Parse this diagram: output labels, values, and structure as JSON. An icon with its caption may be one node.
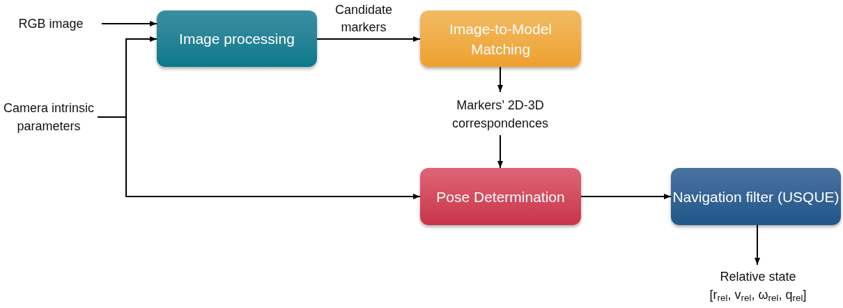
{
  "diagram": {
    "nodes": [
      {
        "text": [
          "RGB image"
        ]
      },
      {
        "text": [
          "Camera intrinsic parameters"
        ]
      },
      {
        "text": [
          "Image processing"
        ]
      },
      {
        "text": [
          "Image-to-Model Matching"
        ]
      },
      {
        "text": [
          "Markers’ 2D-3D correspondences"
        ]
      },
      {
        "text": [
          "Pose Determination"
        ]
      },
      {
        "text": [
          "Navigation filter (USQUE)"
        ]
      },
      {
        "text": [
          "Relative state",
          "[r$_{rel}$, v$_{rel}$, ω$_{rel}$, q$_{rel}$]"
        ]
      }
    ],
    "edges": [
      {
        "from": 0,
        "to": 2,
        "arrow": "to"
      },
      {
        "from": 1,
        "to": 2,
        "arrow": "to"
      },
      {
        "from": 1,
        "to": 5,
        "arrow": "to"
      },
      {
        "from": 2,
        "to": 3,
        "arrow": "to",
        "label": "Candidate markers"
      },
      {
        "from": 3,
        "to": 4,
        "arrow": "to"
      },
      {
        "from": 4,
        "to": 5,
        "arrow": "to"
      },
      {
        "from": 5,
        "to": 6,
        "arrow": "to"
      },
      {
        "from": 6,
        "to": 7,
        "arrow": "to"
      }
    ]
  }
}
